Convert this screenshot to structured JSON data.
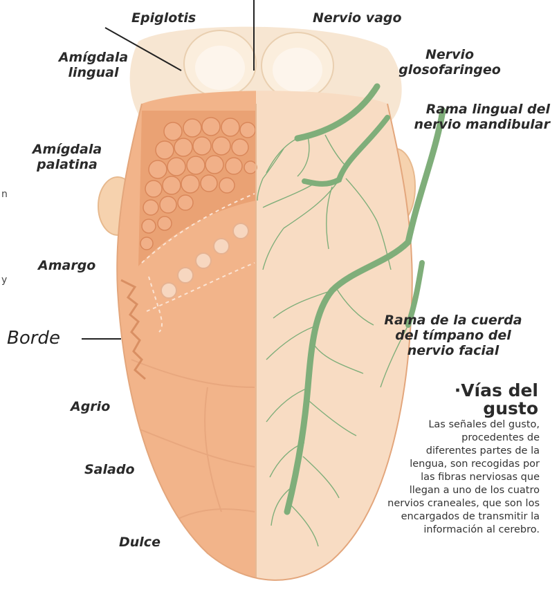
{
  "labels": {
    "epiglotis": "Epiglotis",
    "nervio_vago": "Nervio vago",
    "amigdala_lingual": [
      "Amígdala",
      "lingual"
    ],
    "nervio_glosofaringeo": [
      "Nervio",
      "glosofaringeo"
    ],
    "rama_lingual": [
      "Rama lingual del",
      "nervio mandibular"
    ],
    "amigdala_palatina": [
      "Amígdala",
      "palatina"
    ],
    "amargo": "Amargo",
    "borde": "Borde",
    "agrio": "Agrio",
    "salado": "Salado",
    "dulce": "Dulce",
    "rama_cuerda": [
      "Rama de la cuerda",
      "del tímpano del",
      "nervio facial"
    ]
  },
  "info_box": {
    "title": [
      "·Vías del",
      "gusto"
    ],
    "lines": [
      "Las señales del gusto,",
      "procedentes de",
      "diferentes partes de la",
      "lengua, son recogidas por",
      "las fibras nerviosas que",
      "llegan a uno de los cuatro",
      "nervios craneales, que son los",
      "encargados de transmitir la",
      "información al cerebro."
    ]
  },
  "edge_fragments": [
    "n",
    "y"
  ],
  "colors": {
    "tongue_left": "#f2b48a",
    "tongue_right": "#f8dcc3",
    "papillae": "#eaa274",
    "nerve": "#7fae7a",
    "tonsil": "#f6d2ae",
    "epiglottis": "#f9ead6",
    "line": "#222222"
  }
}
